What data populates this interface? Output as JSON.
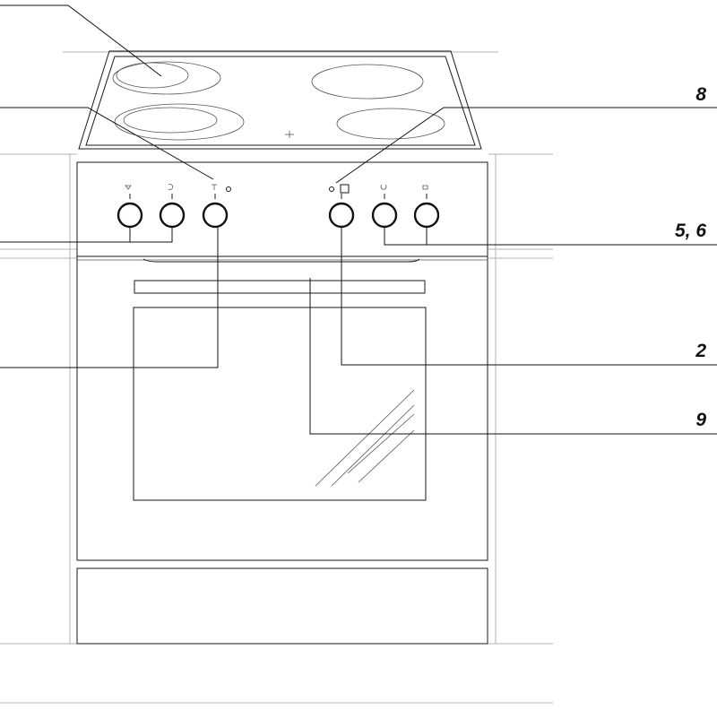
{
  "callouts": {
    "c8": "8",
    "c56": "5, 6",
    "c2": "2",
    "c9": "9"
  },
  "colors": {
    "line": "#1a1a1a",
    "cabinet": "#b3b3b3",
    "background": "#ffffff"
  }
}
